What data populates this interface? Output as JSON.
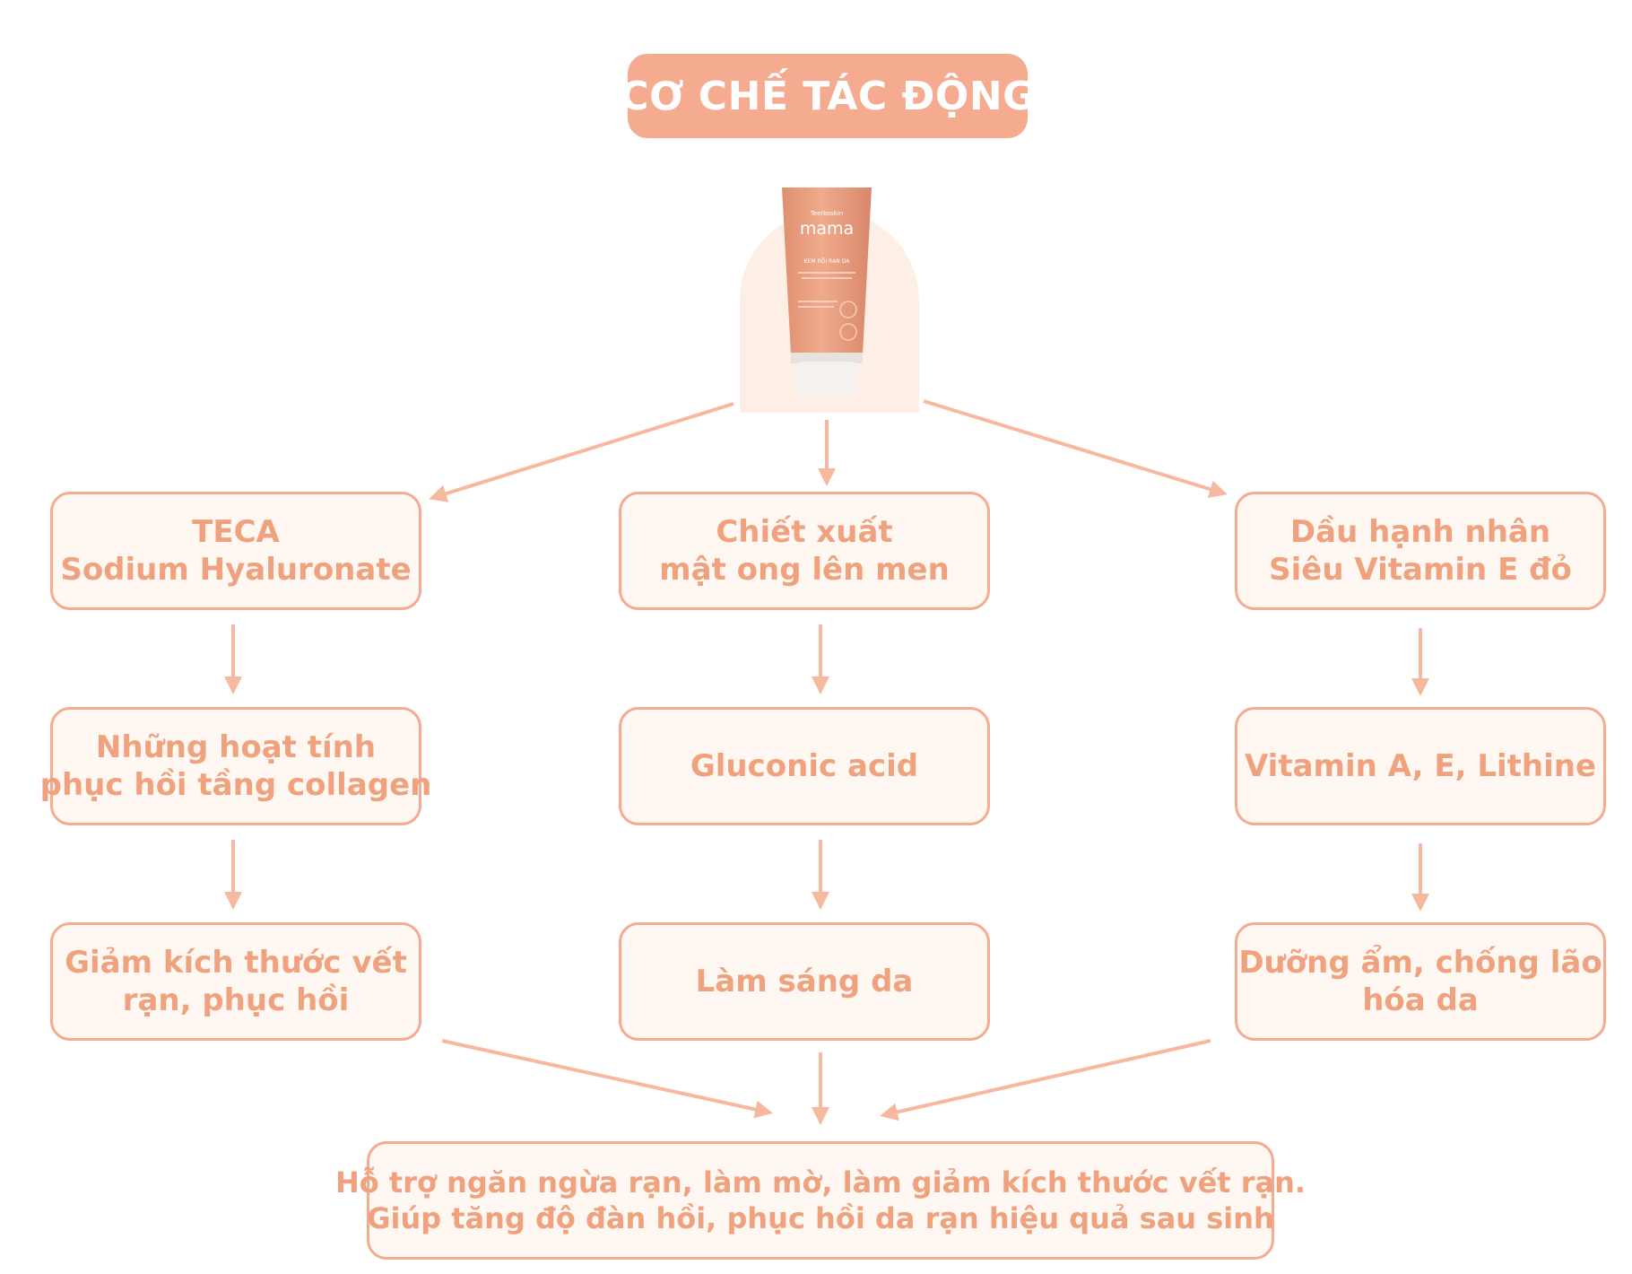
{
  "title": "CƠ CHẾ TÁC ĐỘNG",
  "product": {
    "brand": "Teetkoskin",
    "name": "mama",
    "subtitle": "KEM RÔI RẠN DA"
  },
  "columns": [
    {
      "ingredient": [
        "TECA",
        "Sodium Hyaluronate"
      ],
      "active": [
        "Những hoạt tính",
        "phục hồi tầng collagen"
      ],
      "effect": [
        "Giảm kích thước vết",
        "rạn, phục hồi"
      ]
    },
    {
      "ingredient": [
        "Chiết xuất",
        "mật ong lên men"
      ],
      "active": [
        "Gluconic acid"
      ],
      "effect": [
        "Làm sáng da"
      ]
    },
    {
      "ingredient": [
        "Dầu hạnh nhân",
        "Siêu Vitamin E đỏ"
      ],
      "active": [
        "Vitamin A, E, Lithine"
      ],
      "effect": [
        "Dưỡng ẩm, chống lão",
        "hóa da"
      ]
    }
  ],
  "result": [
    "Hỗ trợ ngăn ngừa rạn, làm mờ, làm giảm kích thước vết rạn.",
    "Giúp tăng độ đàn hồi, phục hồi da rạn hiệu quả sau sinh"
  ],
  "colors": {
    "accent": "#f5ab8f",
    "text": "#f0a27e",
    "box_fill": "#fff7f2",
    "arrow": "#f7b8a0",
    "product": "#e99c7f"
  }
}
